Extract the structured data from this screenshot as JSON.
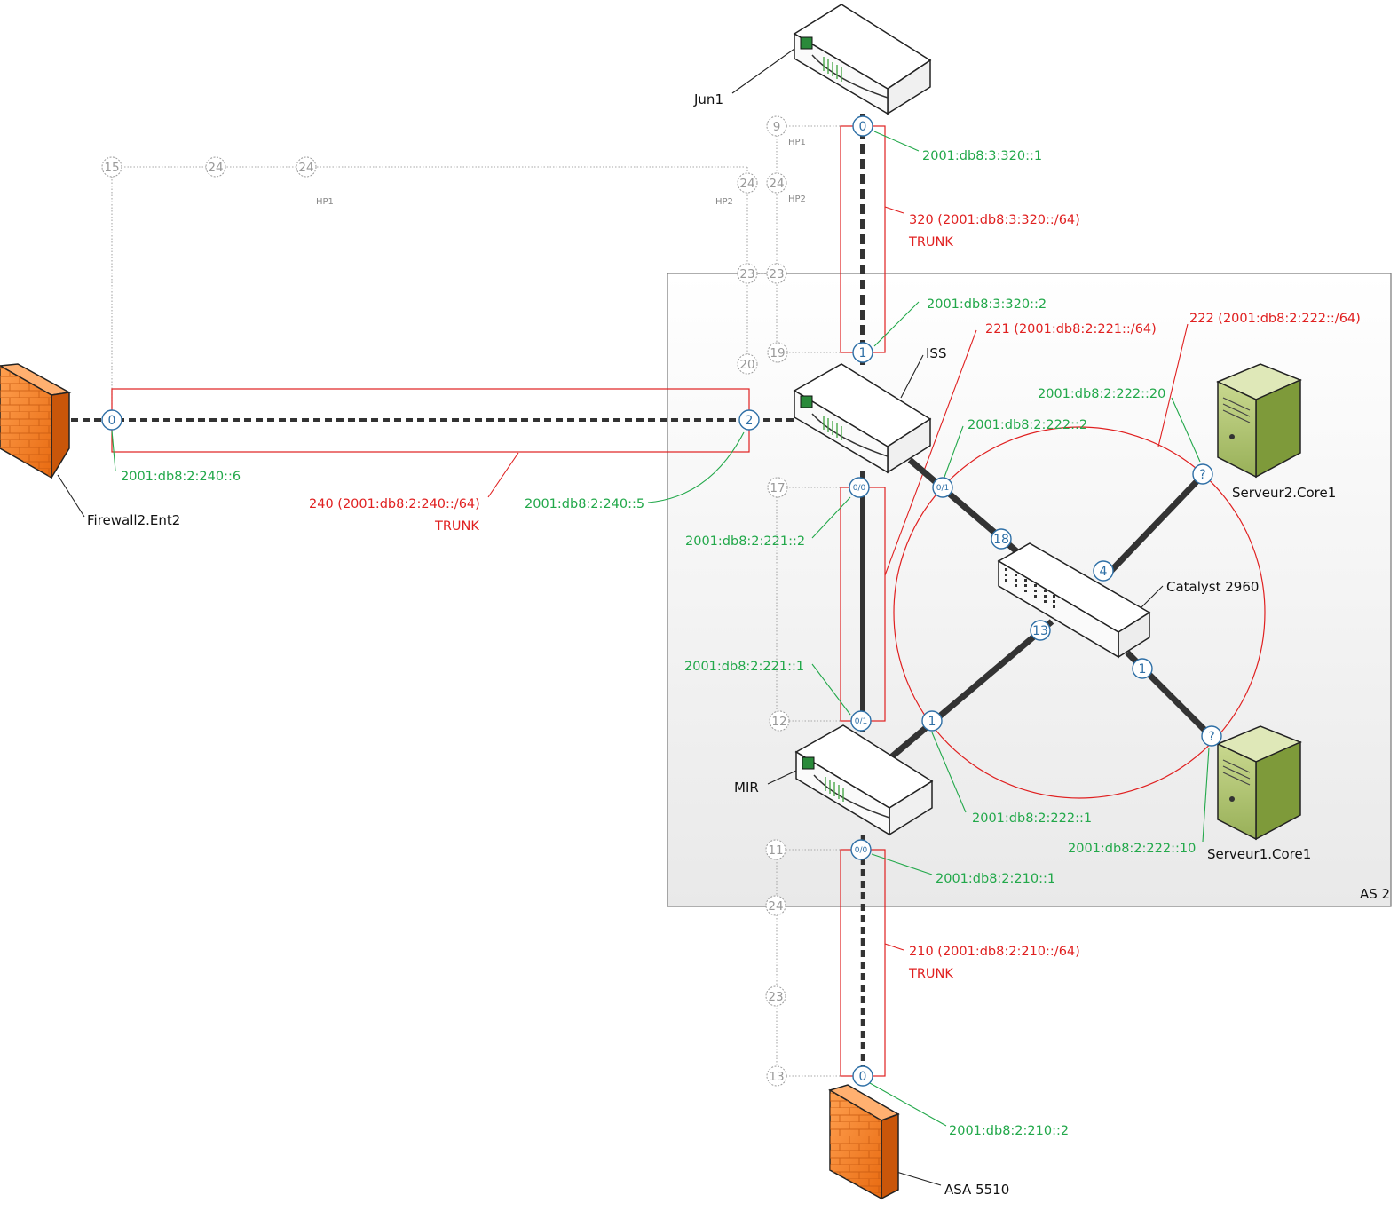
{
  "colors": {
    "address_green": "#22a84a",
    "vlan_red": "#e02020",
    "port_blue": "#2e6fa6",
    "hp_gray": "#999999",
    "firewall_orange": "#f28a30",
    "server_green": "#94ad55"
  },
  "area_label": "AS 2",
  "devices": {
    "jun1": "Jun1",
    "iss": "ISS",
    "mir": "MIR",
    "catalyst": "Catalyst 2960",
    "firewall2": "Firewall2.Ent2",
    "asa": "ASA 5510",
    "serveur2": "Serveur2.Core1",
    "serveur1": "Serveur1.Core1"
  },
  "vlans": {
    "v320": "320 (2001:db8:3:320::/64)",
    "v320_trunk": "TRUNK",
    "v240": "240 (2001:db8:2:240::/64)",
    "v240_trunk": "TRUNK",
    "v210": "210 (2001:db8:2:210::/64)",
    "v210_trunk": "TRUNK",
    "v221": "221 (2001:db8:2:221::/64)",
    "v222": "222 (2001:db8:2:222::/64)"
  },
  "addresses": {
    "a320_1": "2001:db8:3:320::1",
    "a320_2": "2001:db8:3:320::2",
    "a240_6": "2001:db8:2:240::6",
    "a240_5": "2001:db8:2:240::5",
    "a221_2": "2001:db8:2:221::2",
    "a221_1": "2001:db8:2:221::1",
    "a222_2": "2001:db8:2:222::2",
    "a222_20": "2001:db8:2:222::20",
    "a222_1": "2001:db8:2:222::1",
    "a222_10": "2001:db8:2:222::10",
    "a210_1": "2001:db8:2:210::1",
    "a210_2": "2001:db8:2:210::2"
  },
  "ports": {
    "jun1_0": "0",
    "iss_1": "1",
    "iss_2": "2",
    "fw2_0": "0",
    "iss_00": "0/0",
    "iss_01": "0/1",
    "mir_01": "0/1",
    "mir_1": "1",
    "mir_00": "0/0",
    "asa_0": "0",
    "cat_18": "18",
    "cat_4": "4",
    "cat_13": "13",
    "cat_1": "1",
    "srv2_q": "?",
    "srv1_q": "?"
  },
  "hp_ports": {
    "p9": "9",
    "p15": "15",
    "p24a": "24",
    "p24b": "24",
    "p24c": "24",
    "p24d": "24",
    "p23a": "23",
    "p23b": "23",
    "p19": "19",
    "p20": "20",
    "p17": "17",
    "p12": "12",
    "p11": "11",
    "p24e": "24",
    "p23c": "23",
    "p13": "13"
  },
  "hp_labels": {
    "hp1_top": "HP1",
    "hp1_mid": "HP1",
    "hp2_left": "HP2",
    "hp2_right": "HP2"
  }
}
